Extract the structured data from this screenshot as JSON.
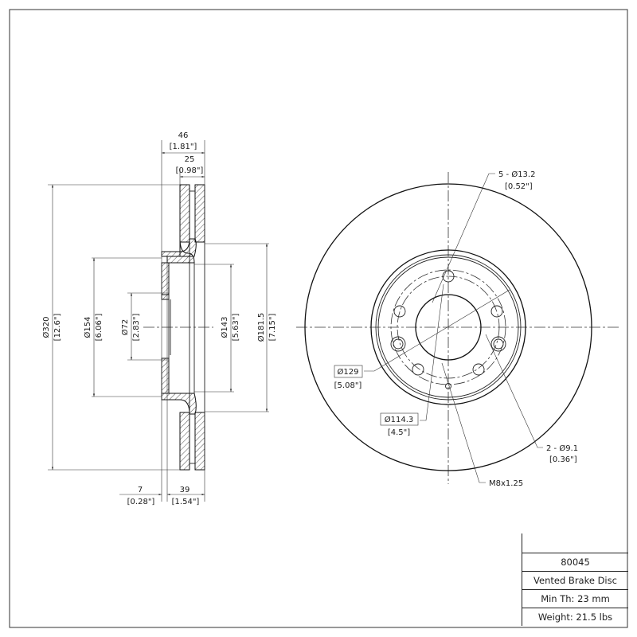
{
  "title_block": {
    "part_number": "80045",
    "description": "Vented Brake Disc",
    "min_thickness": "Min Th: 23 mm",
    "weight": "Weight: 21.5 lbs"
  },
  "side_view": {
    "overall_width": {
      "mm": "46",
      "in": "[1.81\"]"
    },
    "rotor_thickness": {
      "mm": "25",
      "in": "[0.98\"]"
    },
    "outer_diameter": {
      "mm": "Ø320",
      "in": "[12.6\"]"
    },
    "hat_diameter": {
      "mm": "Ø154",
      "in": "[6.06\"]"
    },
    "center_bore": {
      "mm": "Ø72",
      "in": "[2.83\"]"
    },
    "inner_hat": {
      "mm": "Ø143",
      "in": "[5.63\"]"
    },
    "friction_inner": {
      "mm": "Ø181.5",
      "in": "[7.15\"]"
    },
    "hat_offset": {
      "mm": "7",
      "in": "[0.28\"]"
    },
    "hat_depth": {
      "mm": "39",
      "in": "[1.54\"]"
    }
  },
  "front_view": {
    "bolt_holes": {
      "label": "5 - Ø13.2",
      "in": "[0.52\"]"
    },
    "pilot_circle": {
      "mm": "Ø129",
      "in": "[5.08\"]"
    },
    "bolt_circle": {
      "mm": "Ø114.3",
      "in": "[4.5\"]"
    },
    "locator_holes": {
      "label": "2 - Ø9.1",
      "in": "[0.36\"]"
    },
    "thread": {
      "label": "M8x1.25"
    }
  }
}
